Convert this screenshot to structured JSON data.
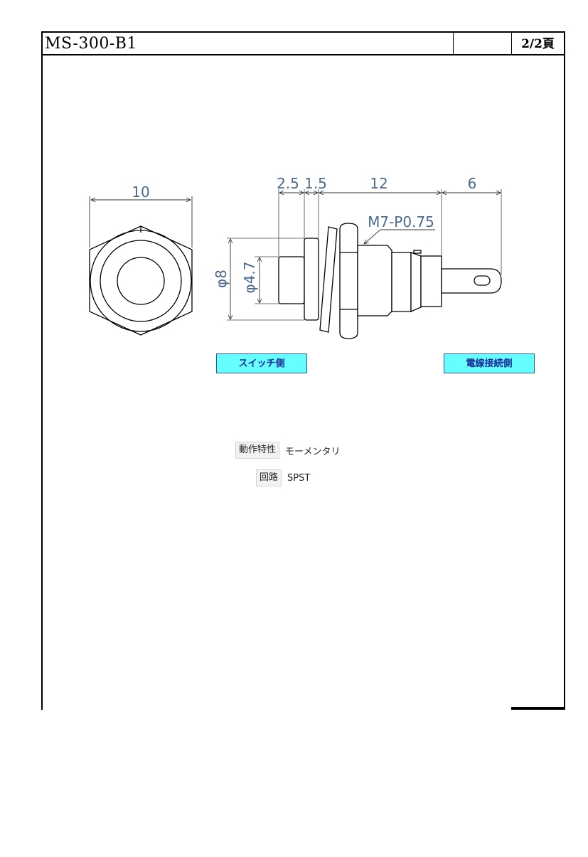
{
  "header": {
    "title": "MS-300-B1",
    "page": "2/2頁"
  },
  "dimensions": {
    "width": "10",
    "len_a": "2.5",
    "len_b": "1.5",
    "len_c": "12",
    "len_d": "6",
    "thread": "M7-P0.75",
    "dia_outer": "φ8",
    "dia_inner": "φ4.7"
  },
  "labels": {
    "switch_side": "スイッチ側",
    "wire_side": "電線接続側"
  },
  "specs": {
    "action_label": "動作特性",
    "action_value": "モーメンタリ",
    "circuit_label": "回路",
    "circuit_value": "SPST"
  }
}
